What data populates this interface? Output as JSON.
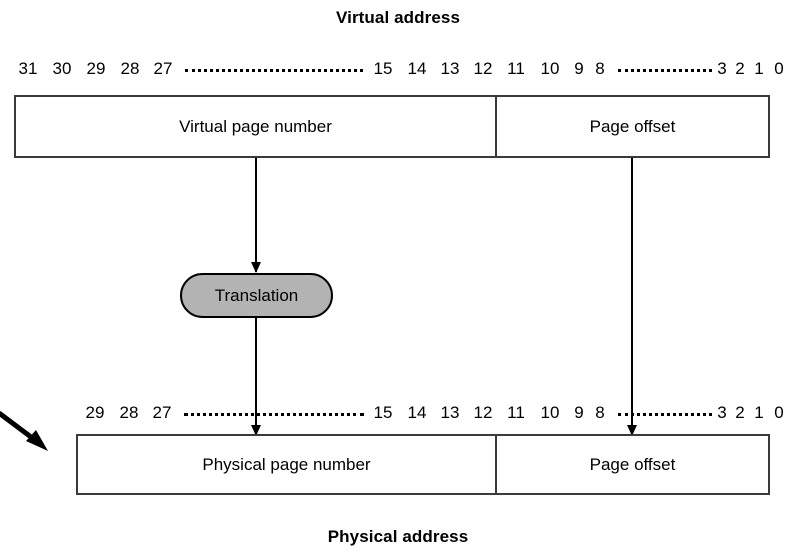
{
  "diagram": {
    "top_title": "Virtual address",
    "bottom_title": "Physical address",
    "translation_label": "Translation",
    "colors": {
      "box_border": "#3a3a3a",
      "translation_fill": "#b3b3b3",
      "translation_border": "#000000",
      "arrow": "#000000",
      "background": "#ffffff",
      "text": "#000000"
    },
    "virtual_address": {
      "bits_left": [
        "31",
        "30",
        "29",
        "28",
        "27"
      ],
      "bits_middle": [
        "15",
        "14",
        "13",
        "12",
        "11",
        "10",
        "9",
        "8"
      ],
      "bits_right": [
        "3",
        "2",
        "1",
        "0"
      ],
      "fields": [
        {
          "label": "Virtual page number"
        },
        {
          "label": "Page offset"
        }
      ]
    },
    "physical_address": {
      "bits_left": [
        "29",
        "28",
        "27"
      ],
      "bits_middle": [
        "15",
        "14",
        "13",
        "12",
        "11",
        "10",
        "9",
        "8"
      ],
      "bits_right": [
        "3",
        "2",
        "1",
        "0"
      ],
      "fields": [
        {
          "label": "Physical page number"
        },
        {
          "label": "Page offset"
        }
      ]
    }
  }
}
